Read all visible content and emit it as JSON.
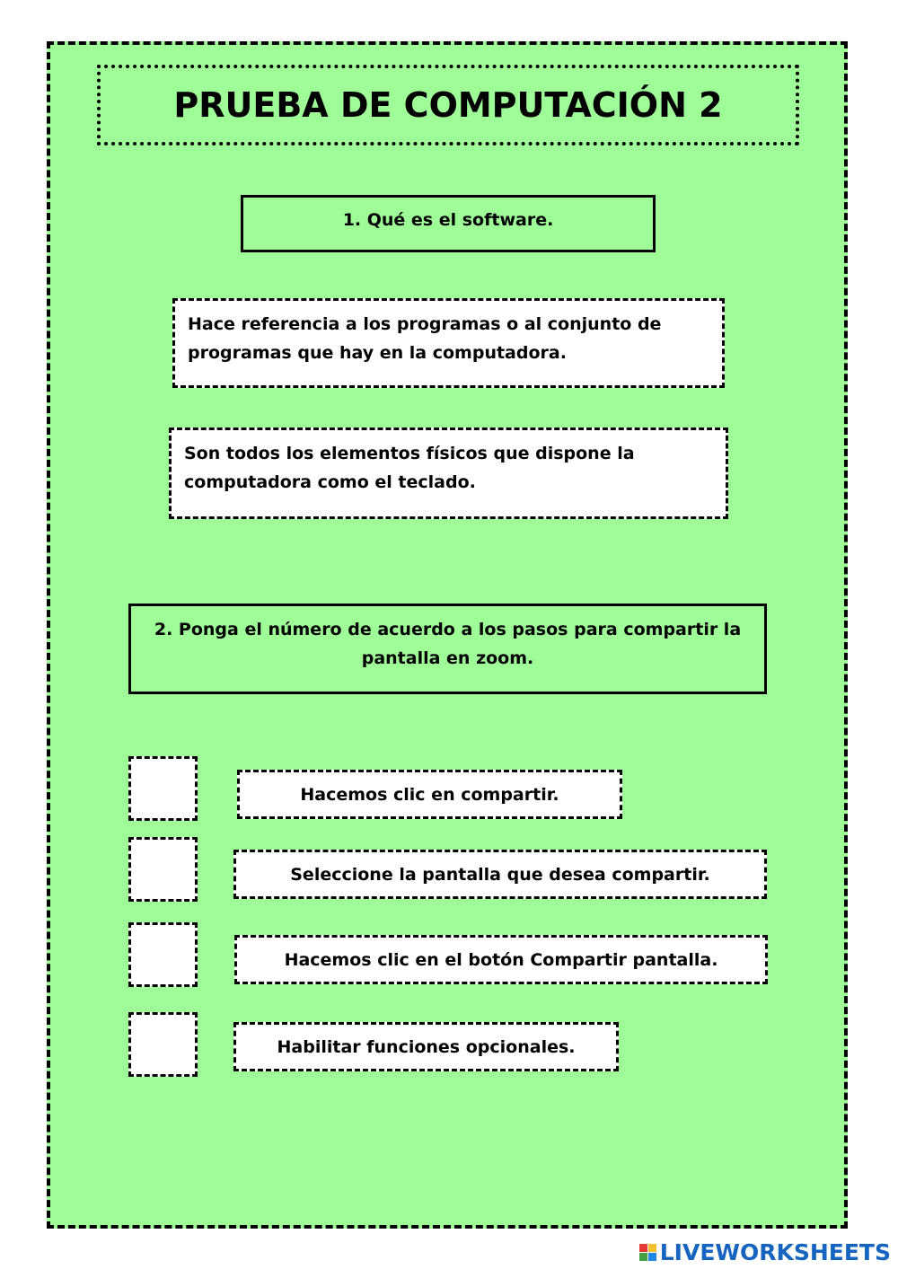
{
  "title": "PRUEBA DE COMPUTACIÓN 2",
  "question1": {
    "prompt": "1.  Qué es el software.",
    "options": [
      {
        "line1": "Hace referencia a los programas o al conjunto de",
        "line2": "programas que hay en la computadora."
      },
      {
        "line1": "Son todos los elementos físicos que dispone la",
        "line2": "computadora como el teclado."
      }
    ]
  },
  "question2": {
    "prompt_line1": "2. Ponga el número de acuerdo a los pasos para compartir la",
    "prompt_line2": "pantalla en zoom.",
    "steps": [
      "Hacemos clic en compartir.",
      "Seleccione la pantalla que desea compartir.",
      "Hacemos clic en el botón Compartir pantalla.",
      "Habilitar funciones opcionales."
    ]
  },
  "footer": {
    "brand": "LIVEWORKSHEETS",
    "logo_colors": [
      "#e53935",
      "#fbc02d",
      "#43a047",
      "#1e88e5"
    ]
  },
  "colors": {
    "sheet_background": "#9ffd98",
    "box_background": "#ffffff",
    "brand_text": "#1565c0"
  }
}
